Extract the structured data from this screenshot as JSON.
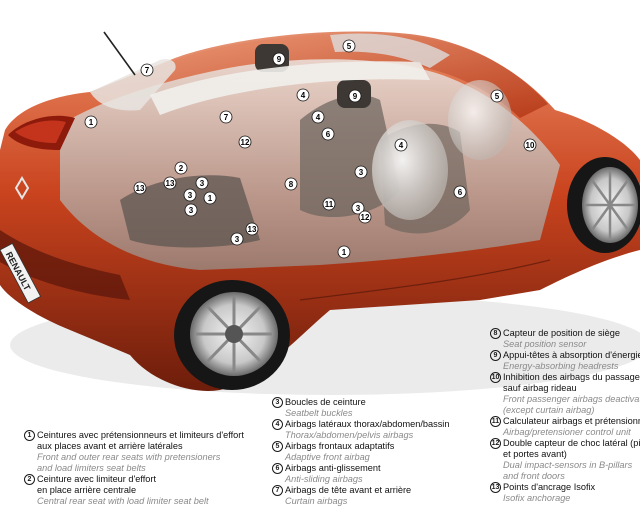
{
  "callouts": {
    "c1": "1",
    "c2": "2",
    "c3": "3",
    "c4": "4",
    "c5": "5",
    "c6": "6",
    "c7": "7",
    "c8": "8",
    "c9": "9",
    "c10": "10",
    "c11": "11",
    "c12": "12",
    "c13": "13"
  },
  "badge_text": "RENAULT",
  "legend": [
    {
      "num": "1",
      "fr": "Ceintures avec prétensionneurs et limiteurs d'effort",
      "fr2": "aux places avant et arrière latérales",
      "en": "Front and outer rear seats with pretensioners",
      "en2": "and load limiters seat belts"
    },
    {
      "num": "2",
      "fr": "Ceinture avec limiteur d'effort",
      "fr2": "en place arrière centrale",
      "en": "Central rear seat with load limiter seat belt"
    },
    {
      "num": "3",
      "fr": "Boucles de ceinture",
      "en": "Seatbelt buckles"
    },
    {
      "num": "4",
      "fr": "Airbags latéraux thorax/abdomen/bassin",
      "en": "Thorax/abdomen/pelvis airbags"
    },
    {
      "num": "5",
      "fr": "Airbags frontaux adaptatifs",
      "en": "Adaptive front airbag"
    },
    {
      "num": "6",
      "fr": "Airbags anti-glissement",
      "en": "Anti-sliding airbags"
    },
    {
      "num": "7",
      "fr": "Airbags de tête avant et arrière",
      "en": "Curtain airbags"
    },
    {
      "num": "8",
      "fr": "Capteur de position de siège",
      "en": "Seat position sensor"
    },
    {
      "num": "9",
      "fr": "Appui-têtes à absorption d'énergie",
      "en": "Energy-absorbing headrests"
    },
    {
      "num": "10",
      "fr": "Inhibition des airbags du passager",
      "fr2": "sauf airbag rideau",
      "en": "Front passenger airbags deactivation",
      "en2": "(except curtain airbag)"
    },
    {
      "num": "11",
      "fr": "Calculateur airbags et prétensionneurs",
      "en": "Airbag/pretensioner control unit"
    },
    {
      "num": "12",
      "fr": "Double capteur de choc latéral (pied milieu",
      "fr2": "et portes avant)",
      "en": "Dual impact-sensors in B-pillars",
      "en2": "and front doors"
    },
    {
      "num": "13",
      "fr": "Points d'ancrage Isofix",
      "en": "Isofix anchorage"
    }
  ],
  "colors": {
    "body": "#c2411f",
    "body_dark": "#7d2410",
    "body_light": "#e8774e",
    "glass": "#d9d6d2"
  }
}
